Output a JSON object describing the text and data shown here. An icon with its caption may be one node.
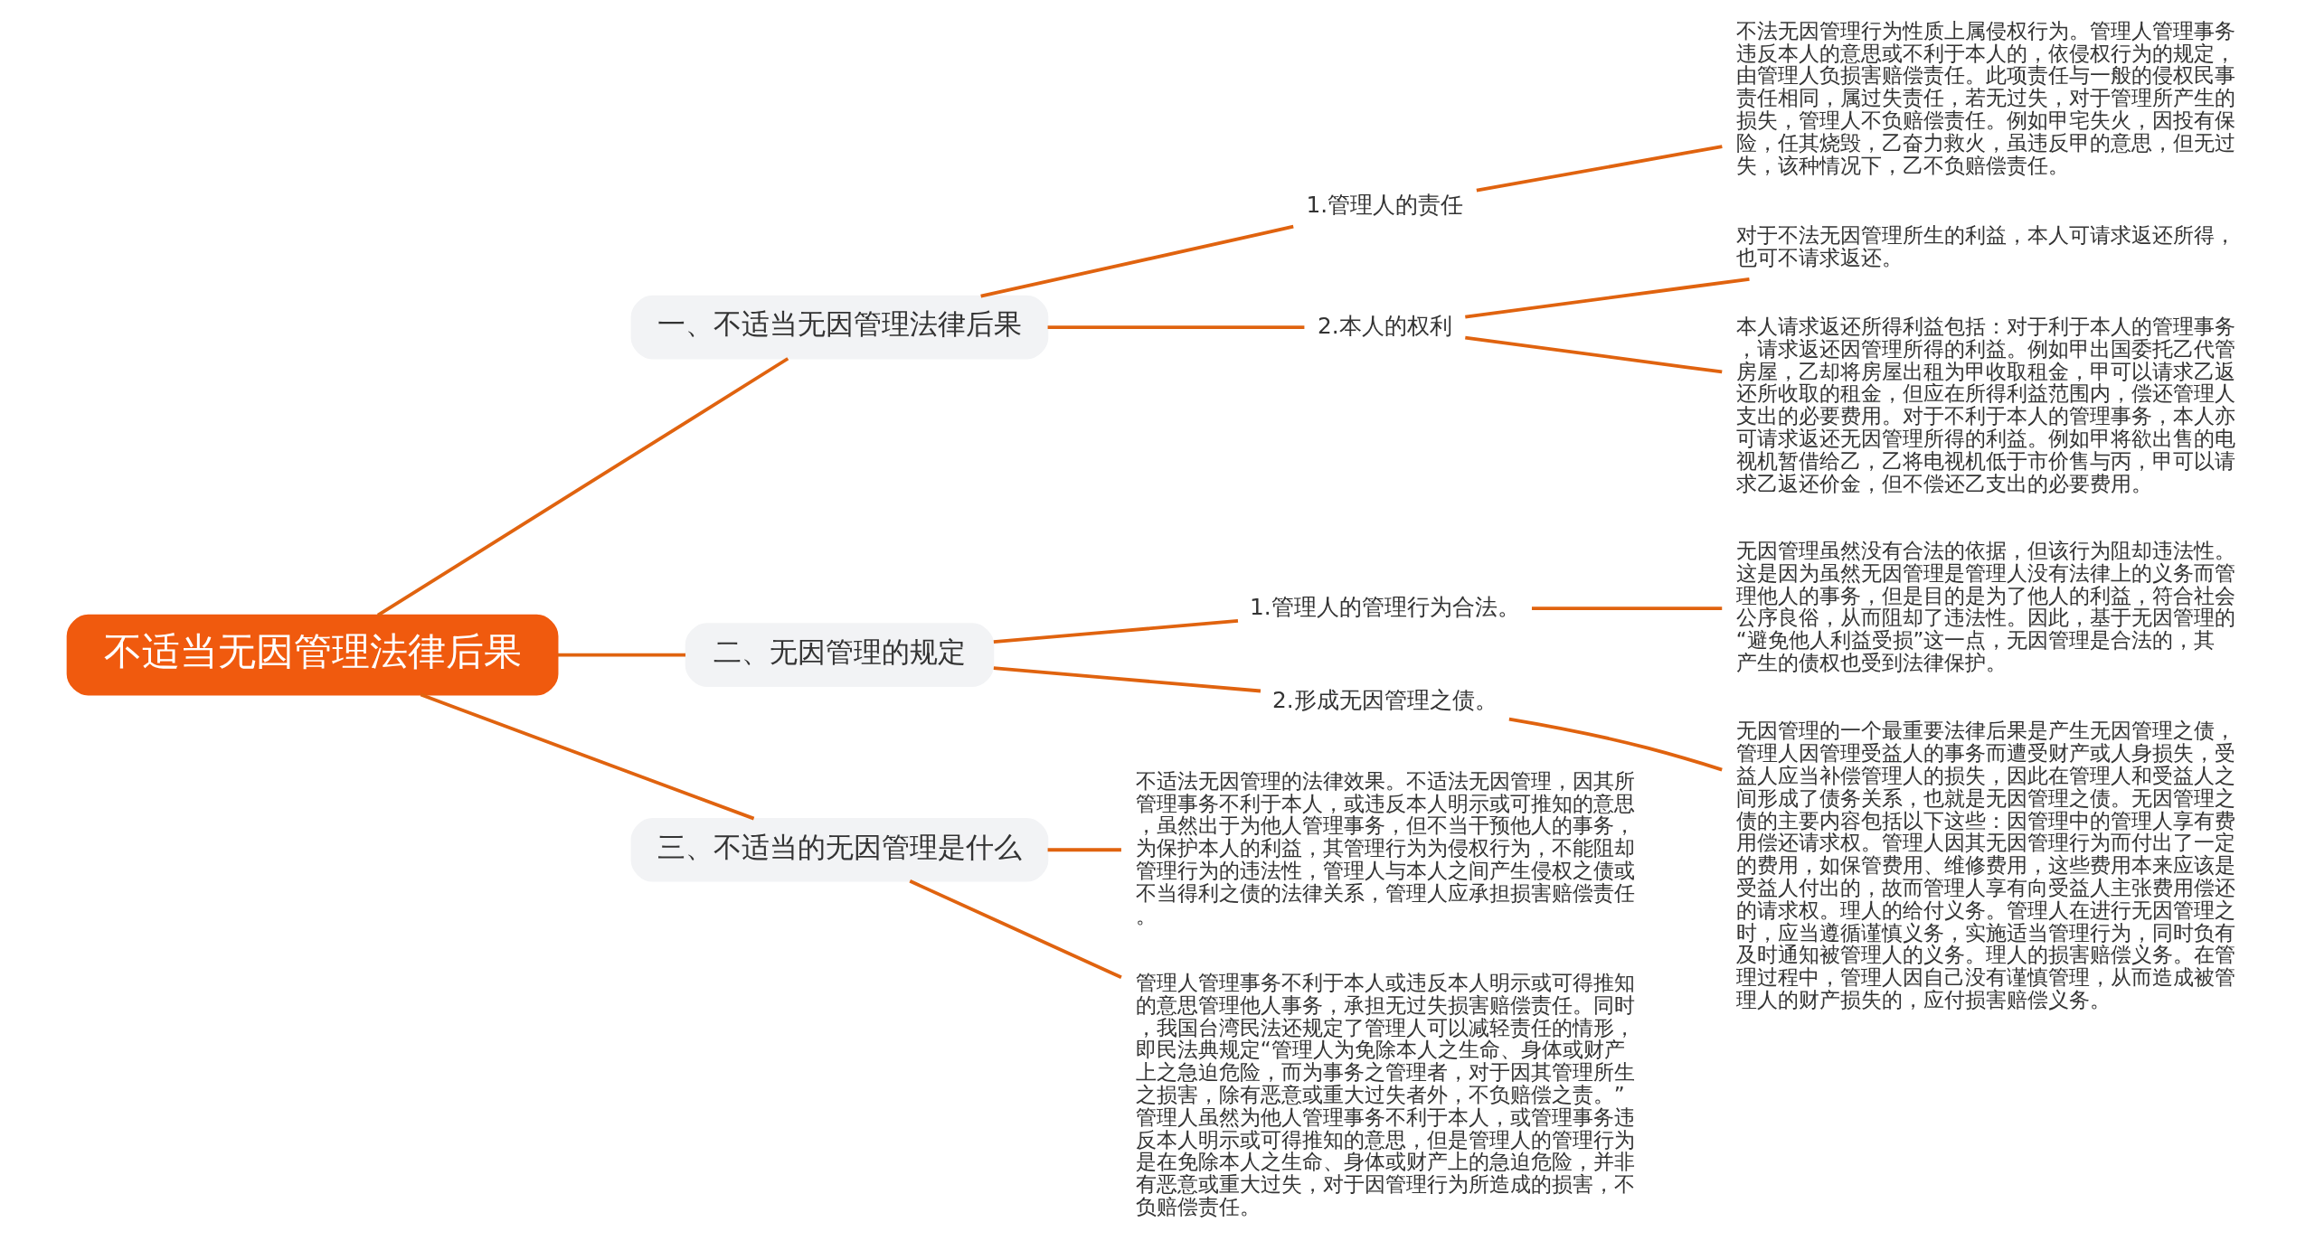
{
  "diagram": {
    "nodes": [
      {
        "text": [
          "不适当无因管理法律后果"
        ]
      },
      {
        "text": [
          "一、不适当无因管理法律后果"
        ]
      },
      {
        "text": [
          "1.管理人的责任"
        ]
      },
      {
        "text": [
          "不法无因管理行为性质上属侵权行为。管理人管理事务违反本人的意思或不利于本人的，依侵权行为的规定，由管理人负损害赔偿责任。此项责任与一般的侵权民事责任相同，属过失责任，若无过失，对于管理所产生的损失，管理人不负赔偿责任。例如甲宅失火，因投有保险，任其烧毁，乙奋力救火，虽违反甲的意思，但无过失，该种情况下，乙不负赔偿责任。"
        ]
      },
      {
        "text": [
          "2.本人的权利"
        ]
      },
      {
        "text": [
          "对于不法无因管理所生的利益，本人可请求返还所得，也可不请求返还。"
        ]
      },
      {
        "text": [
          "本人请求返还所得利益包括：对于利于本人的管理事务，请求返还因管理所得的利益。例如甲出国委托乙代管房屋，乙却将房屋出租为甲收取租金，甲可以请求乙返还所收取的租金，但应在所得利益范围内，偿还管理人支出的必要费用。对于不利于本人的管理事务，本人亦可请求返还无因管理所得的利益。例如甲将欲出售的电视机暂借给乙，乙将电视机低于市价售与丙，甲可以请求乙返还价金，但不偿还乙支出的必要费用。"
        ]
      },
      {
        "text": [
          "二、无因管理的规定"
        ]
      },
      {
        "text": [
          "1.管理人的管理行为合法。"
        ]
      },
      {
        "text": [
          "无因管理虽然没有合法的依据，但该行为阻却违法性。这是因为虽然无因管理是管理人没有法律上的义务而管理他人的事务，但是目的是为了他人的利益，符合社会公序良俗，从而阻却了违法性。因此，基于无因管理的“避免他人利益受损”这一点，无因管理是合法的，其产生的债权也受到法律保护。"
        ]
      },
      {
        "text": [
          "2.形成无因管理之债。"
        ]
      },
      {
        "text": [
          "无因管理的一个最重要法律后果是产生无因管理之债，管理人因管理受益人的事务而遭受财产或人身损失，受益人应当补偿管理人的损失，因此在管理人和受益人之间形成了债务关系，也就是无因管理之债。无因管理之债的主要内容包括以下这些：因管理中的管理人享有费用偿还请求权。管理人因其无因管理行为而付出了一定的费用，如保管费用、维修费用，这些费用本来应该是受益人付出的，故而管理人享有向受益人主张费用偿还的请求权。理人的给付义务。管理人在进行无因管理之时，应当遵循谨慎义务，实施适当管理行为，同时负有及时通知被管理人的义务。理人的损害赔偿义务。在管理过程中，管理人因自己没有谨慎管理，从而造成被管理人的财产损失的，应付损害赔偿义务。"
        ]
      },
      {
        "text": [
          "三、不适当的无因管理是什么"
        ]
      },
      {
        "text": [
          "不适法无因管理的法律效果。不适法无因管理，因其所管理事务不利于本人，或违反本人明示或可推知的意思，虽然出于为他人管理事务，但不当干预他人的事务，为保护本人的利益，其管理行为为侵权行为，不能阻却管理行为的违法性，管理人与本人之间产生侵权之债或不当得利之债的法律关系，管理人应承担损害赔偿责任。"
        ]
      },
      {
        "text": [
          "管理人管理事务不利于本人或违反本人明示或可得推知的意思管理他人事务，承担无过失损害赔偿责任。同时，我国台湾民法还规定了管理人可以减轻责任的情形，即民法典规定“管理人为免除本人之生命、身体或财产上之急迫危险，而为事务之管理者，对于因其管理所生之损害，除有恶意或重大过失者外，不负赔偿之责。”管理人虽然为他人管理事务不利于本人，或管理事务违反本人明示或可得推知的意思，但是管理人的管理行为是在免除本人之生命、身体或财产上的急迫危险，并非有恶意或重大过失，对于因管理行为所造成的损害，不负赔偿责任。"
        ]
      }
    ],
    "edges": [
      {
        "from": 0,
        "to": 1,
        "arrow": "none"
      },
      {
        "from": 1,
        "to": 2,
        "arrow": "none"
      },
      {
        "from": 2,
        "to": 3,
        "arrow": "none"
      },
      {
        "from": 1,
        "to": 4,
        "arrow": "none"
      },
      {
        "from": 4,
        "to": 5,
        "arrow": "none"
      },
      {
        "from": 4,
        "to": 6,
        "arrow": "none"
      },
      {
        "from": 0,
        "to": 7,
        "arrow": "none"
      },
      {
        "from": 7,
        "to": 8,
        "arrow": "none"
      },
      {
        "from": 8,
        "to": 9,
        "arrow": "none"
      },
      {
        "from": 7,
        "to": 10,
        "arrow": "none"
      },
      {
        "from": 10,
        "to": 11,
        "arrow": "none"
      },
      {
        "from": 0,
        "to": 12,
        "arrow": "none"
      },
      {
        "from": 12,
        "to": 13,
        "arrow": "none"
      },
      {
        "from": 12,
        "to": 14,
        "arrow": "none"
      }
    ]
  }
}
